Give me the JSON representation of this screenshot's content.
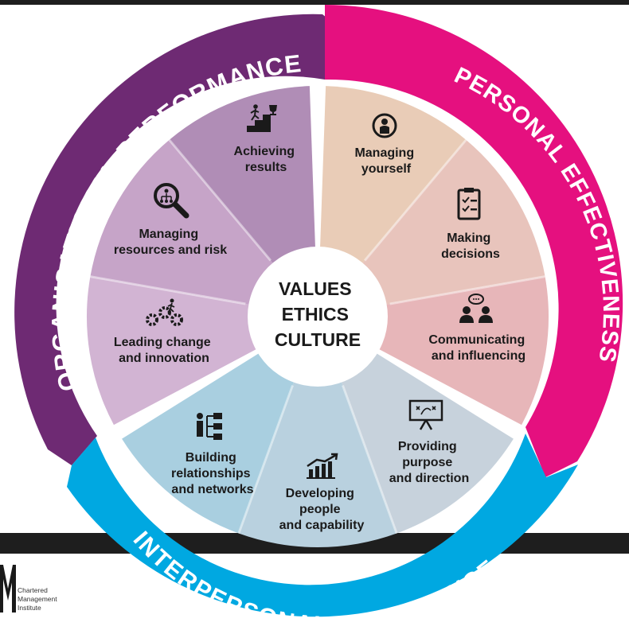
{
  "colors": {
    "organisational": "#6e2a73",
    "personal": "#e5107f",
    "interpersonal": "#00a8e1",
    "dark_band": "#1e1e1e",
    "core_text": "#1a1a1a"
  },
  "bands": {
    "organisational": "ORGANISATIONAL PERFORMANCE",
    "personal": "PERSONAL EFFECTIVENESS",
    "interpersonal": "INTERPERSONAL EXCELLENCE"
  },
  "center": {
    "line1": "VALUES",
    "line2": "ETHICS",
    "line3": "CULTURE"
  },
  "segments": [
    {
      "icon": "person-circle-icon",
      "line1": "Managing",
      "line2": "yourself",
      "line3": ""
    },
    {
      "icon": "clipboard-checklist-icon",
      "line1": "Making",
      "line2": "decisions",
      "line3": ""
    },
    {
      "icon": "people-speech-icon",
      "line1": "Communicating",
      "line2": "and influencing",
      "line3": ""
    },
    {
      "icon": "presentation-board-icon",
      "line1": "Providing",
      "line2": "purpose",
      "line3": "and direction"
    },
    {
      "icon": "growth-chart-icon",
      "line1": "Developing",
      "line2": "people",
      "line3": "and capability"
    },
    {
      "icon": "org-network-icon",
      "line1": "Building",
      "line2": "relationships",
      "line3": "and networks"
    },
    {
      "icon": "gears-runner-icon",
      "line1": "Leading change",
      "line2": "and innovation",
      "line3": ""
    },
    {
      "icon": "magnifier-org-icon",
      "line1": "Managing",
      "line2": "resources and risk",
      "line3": ""
    },
    {
      "icon": "stairs-trophy-icon",
      "line1": "Achieving",
      "line2": "results",
      "line3": ""
    }
  ],
  "logo": {
    "line1": "Chartered",
    "line2": "Management",
    "line3": "Institute"
  }
}
